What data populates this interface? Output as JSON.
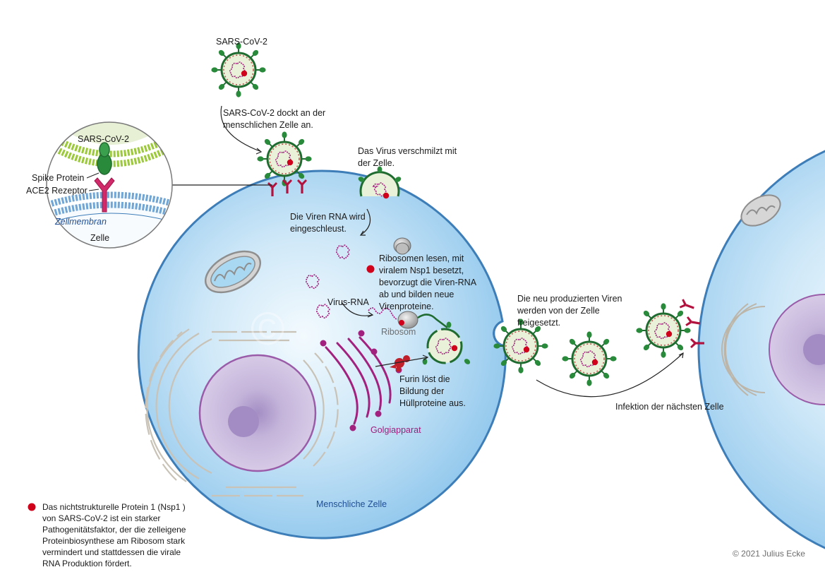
{
  "labels": {
    "virus_top": "SARS-CoV-2",
    "docking": [
      "SARS-CoV-2 dockt an der",
      "menschlichen Zelle an."
    ],
    "fusion": [
      "Das Virus verschmilzt mit",
      "der Zelle."
    ],
    "rna_entry": [
      "Die Viren RNA wird",
      "eingeschleust."
    ],
    "ribosomes": [
      "Ribosomen lesen, mit",
      "viralem Nsp1 besetzt,",
      "bevorzugt die Viren-RNA",
      "ab und bilden neue",
      "Virenproteine."
    ],
    "virus_rna": "Virus-RNA",
    "ribosom": "Ribosom",
    "furin": [
      "Furin löst die",
      "Bildung der",
      "Hüllproteine aus."
    ],
    "golgi": "Golgiapparat",
    "released": [
      "Die neu produzierten Viren",
      "werden von der Zelle",
      "freigesetzt."
    ],
    "infection": "Infektion der nächsten Zelle",
    "human_cell": "Menschliche Zelle",
    "inset_virus": "SARS-CoV-2",
    "inset_spike": "Spike Protein",
    "inset_ace2": "ACE2 Rezeptor",
    "inset_membrane": "Zellmembran",
    "inset_cell": "Zelle",
    "footnote": [
      "Das nichtstrukturelle Protein 1 (Nsp1 )",
      "von SARS-CoV-2 ist ein starker",
      "Pathogenitätsfaktor, der die zelleigene",
      "Proteinbiosynthese am Ribosom stark",
      "vermindert und stattdessen die virale",
      "RNA Produktion fördert."
    ],
    "copyright": "© 2021 Julius Ecke"
  },
  "colors": {
    "cell_fill": "#9fd0ef",
    "cell_stroke": "#3d7db8",
    "virus_envelope": "#1f6b30",
    "virus_fill": "#e9f1d8",
    "spike": "#2a8a3c",
    "rna": "#a2217f",
    "nsp1": "#d0021b",
    "receptor": "#b3123f",
    "golgi": "#a2217f",
    "nucleus": "#c9b9dc"
  }
}
